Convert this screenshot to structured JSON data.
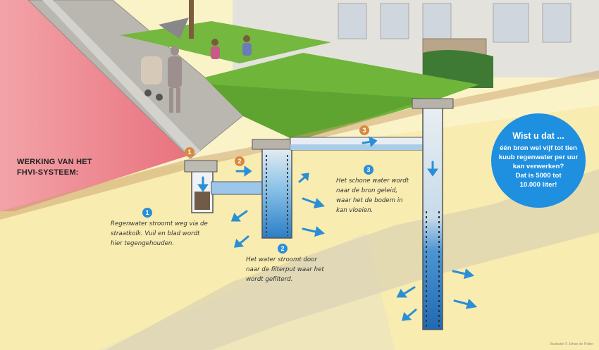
{
  "title": {
    "line1": "WERKING VAN HET",
    "line2": "FHVI-SYSTEEM:"
  },
  "badges": {
    "orange": [
      "1",
      "2",
      "3"
    ],
    "blue": [
      "1",
      "2",
      "3"
    ]
  },
  "steps": [
    {
      "lines": [
        "Regenwater stroomt weg via de",
        "straatkolk. Vuil en blad wordt",
        "hier tegengehouden."
      ]
    },
    {
      "lines": [
        "Het water stroomt door",
        "naar de filterput waar het",
        "wordt gefilterd."
      ]
    },
    {
      "lines": [
        "Het schone water wordt",
        "naar de bron geleid,",
        "waar het de bodem in",
        "kan vloeien."
      ]
    }
  ],
  "fact": {
    "heading": "Wist u dat ...",
    "lines": [
      "één bron wel vijf tot tien",
      "kuub regenwater per uur",
      "kan verwerken?",
      "Dat is 5000 tot",
      "10.000 liter!"
    ]
  },
  "credit": "Illustratie © Johan de Potter",
  "colors": {
    "water": "#2a8fd6",
    "fact_circle": "#1f8fe0",
    "badge_orange": "#d9893e",
    "grass": "#6fb53a",
    "road": "#e58a8a"
  }
}
